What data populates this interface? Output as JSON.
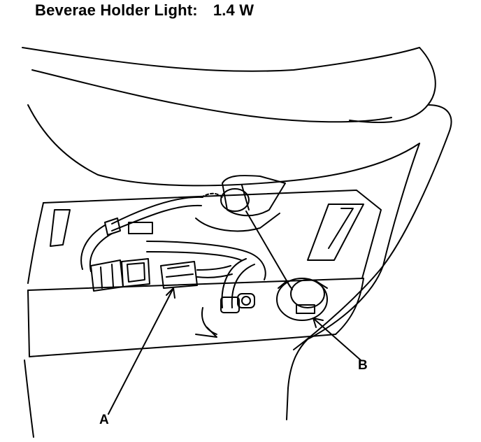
{
  "title": {
    "label": "Beverae Holder Light:",
    "value": "1.4 W"
  },
  "callouts": {
    "a": "A",
    "b": "B"
  },
  "colors": {
    "ink": "#000000",
    "background": "#ffffff"
  }
}
